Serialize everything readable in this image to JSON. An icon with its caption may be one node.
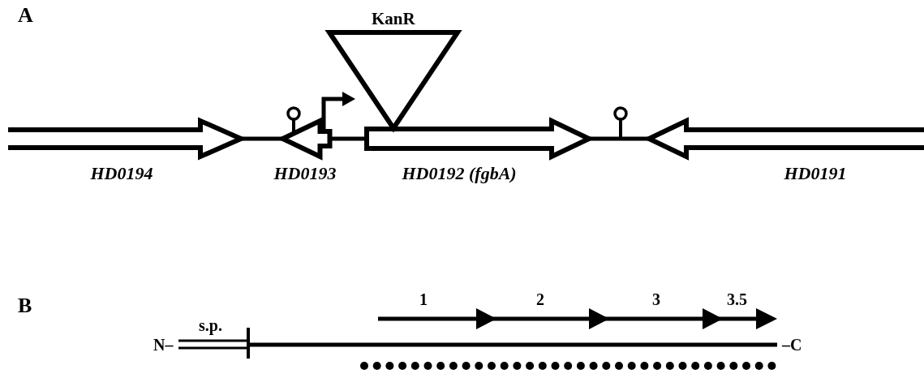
{
  "diagram": {
    "nodes": [
      {
        "text": [
          "HD0194"
        ]
      },
      {
        "text": [
          "HD0193"
        ]
      },
      {
        "text": [
          "HD0192 (fgbA)"
        ]
      },
      {
        "text": [
          "HD0191"
        ]
      },
      {
        "text": [
          "KanR"
        ]
      }
    ],
    "edges": [
      {
        "from": 0,
        "to": 1,
        "arrow": "none"
      },
      {
        "from": 1,
        "to": 2,
        "arrow": "none"
      },
      {
        "from": 2,
        "to": 3,
        "arrow": "none"
      }
    ],
    "labels": [
      "A",
      "B",
      "s.p.",
      "1",
      "2",
      "3",
      "3.5",
      "N–",
      "–C"
    ]
  }
}
